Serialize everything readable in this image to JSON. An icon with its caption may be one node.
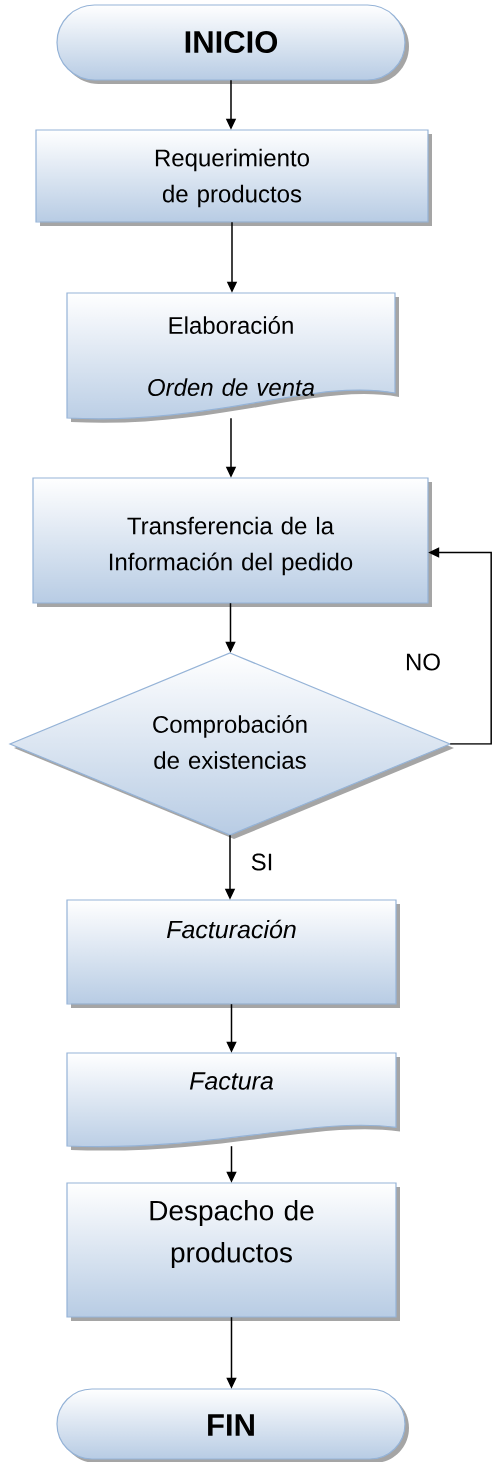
{
  "diagram": {
    "nodes": [
      {
        "text": [
          "INICIO"
        ]
      },
      {
        "text": [
          "Requerimiento de productos"
        ]
      },
      {
        "text": [
          "Elaboración",
          "Orden de venta"
        ]
      },
      {
        "text": [
          "Transferencia de la Información del pedido"
        ]
      },
      {
        "text": [
          "Comprobación de existencias"
        ]
      },
      {
        "text": [
          "Facturación"
        ]
      },
      {
        "text": [
          "Factura"
        ]
      },
      {
        "text": [
          "Despacho de productos"
        ]
      },
      {
        "text": [
          "FIN"
        ]
      }
    ],
    "edges": [
      {
        "from": 0,
        "to": 1,
        "arrow": "to"
      },
      {
        "from": 1,
        "to": 2,
        "arrow": "to"
      },
      {
        "from": 2,
        "to": 3,
        "arrow": "to"
      },
      {
        "from": 3,
        "to": 4,
        "arrow": "to"
      },
      {
        "from": 4,
        "to": 5,
        "arrow": "to",
        "label": "SI"
      },
      {
        "from": 5,
        "to": 6,
        "arrow": "to"
      },
      {
        "from": 6,
        "to": 7,
        "arrow": "to"
      },
      {
        "from": 7,
        "to": 8,
        "arrow": "to"
      },
      {
        "from": 4,
        "to": 3,
        "arrow": "to",
        "label": "NO"
      }
    ]
  }
}
